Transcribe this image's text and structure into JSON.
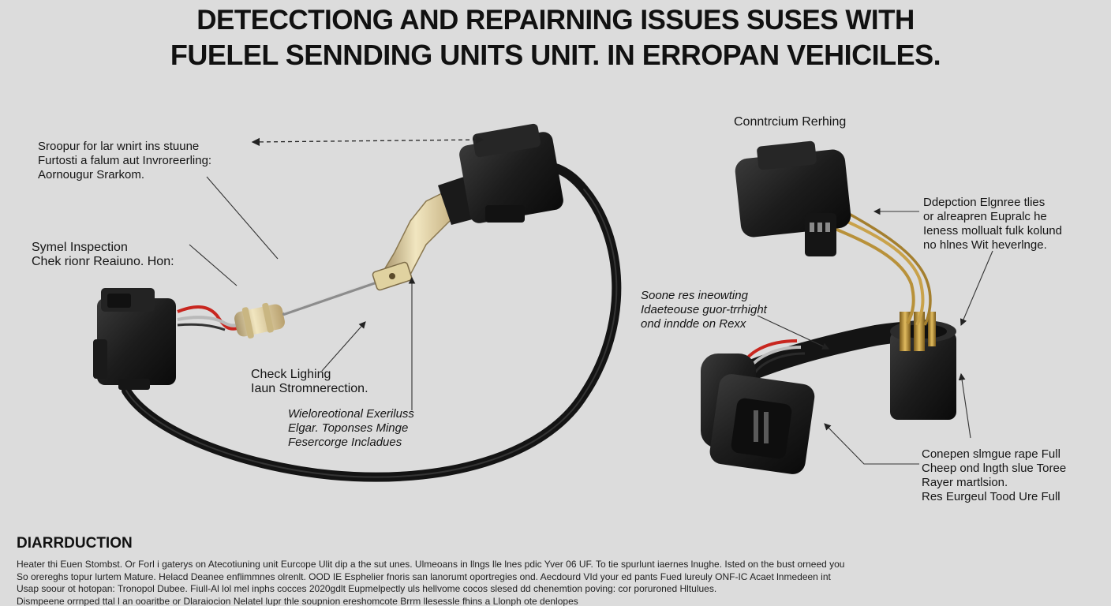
{
  "title": {
    "line1": "DETECCTIONG AND REPAIRNING ISSUES SUSES WITH",
    "line2": "FUELEL SENNDING UNITS UNIT.  IN ERROPAN VEHICILES."
  },
  "left_labels": {
    "top_note": [
      "Sroopur for lar wnirt ins stuune",
      "Furtosti a falum aut Invroreerling:",
      "Aornougur Srarkom."
    ],
    "symel": [
      "Symel Inspection",
      "Chek rionr Reaiuno. Hon:"
    ],
    "check": [
      "Check Lighing",
      "Iaun Stromnerection."
    ],
    "wieloreotion": [
      "Wieloreotional Exeriluss",
      "Elgar. Toponses Minge",
      "Fesercorge Incladues"
    ]
  },
  "right_labels": {
    "connection_title": "Conntrcium Rerhing",
    "dedpection": [
      "Ddepction Elgnree tlies",
      "or alreapren Eupralc he",
      "Ieness mollualt fulk kolund",
      "no hlnes Wit heverlnge."
    ],
    "soone": [
      "Soone res ineowting",
      "Idaeteouse guor-trrhight",
      "ond inndde on Rexx"
    ],
    "conepen": [
      "Conepen slmgue rape Full",
      "Cheep ond lngth slue Toree",
      "Rayer martlsion.",
      "Res Eurgeul Tood Ure Full"
    ]
  },
  "section": {
    "heading": "DIARRDUCTION",
    "lines": [
      "Heater thi Euen Stombst. Or Forl i gaterys on Atecotiuning unit Eurcope Ulit dip a the sut unes. Ulmeoans in llngs lle lnes pdic Yver 06 UF. To tie spurlunt iaernes lnughe. Isted on the bust orneed you",
      "So orereghs topur lurtem Mature. Helacd Deanee enflimmnes olrenlt. OOD IE Esphelier fnoris san lanorumt oportregies ond. Aecdourd VId your ed pants Fued lureuly ONF-IC Acaet lnmedeen int",
      "Usap soour ot hotopan: Tronopol Dubee. Fiull-Al lol mel inphs cocces 2020gdlt Eupmelpectly uls hellvome cocos slesed dd chenemtion poving: cor poruroned Hltulues.",
      "Dismpeene orrnped ttal l an ooaritbe or Dlaraiocion Nelatel lupr thle soupnion ereshomcote Brrm llesessle fhins a Llonph ote denlopes"
    ]
  },
  "colors": {
    "background": "#dcdcdc",
    "connector": "#1c1c1c",
    "cable": "#141414",
    "brass": "#b8913a",
    "cream": "#e6d8a6",
    "wire_red": "#c8261f",
    "wire_silver": "#b9b9b9"
  }
}
